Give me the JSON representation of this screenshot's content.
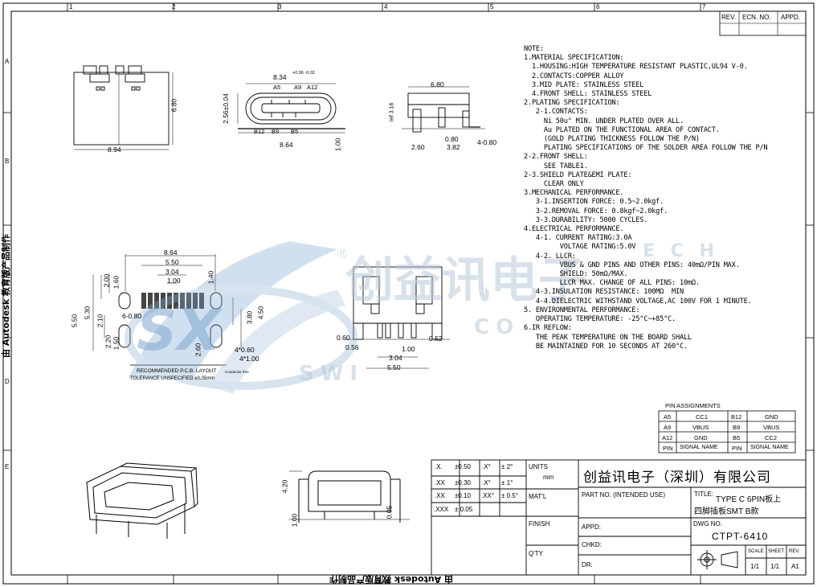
{
  "header": {
    "rev_cols": [
      "REV.",
      "ECN. NO.",
      "APPD."
    ],
    "zone_numbers": [
      "1",
      "2",
      "3",
      "4",
      "5",
      "6",
      "7"
    ],
    "zone_letters": [
      "A",
      "B",
      "C",
      "D",
      "E"
    ]
  },
  "watermark": {
    "logo_letters": "SX",
    "brand_cn": "创益讯电子",
    "brand_en_1": "SWI",
    "brand_en_2": "CO",
    "brand_en_3": "E C H",
    "reg_mark": "®"
  },
  "stamp": {
    "bottom": "由 Autodesk 教育版产品制作",
    "side": "由 Autodesk 教育版产品制作"
  },
  "notes": [
    "NOTE:",
    "1.MATERIAL SPECIFICATION:",
    "  1.HOUSING:HIGH TEMPERATURE RESISTANT PLASTIC,UL94 V-0.",
    "  2.CONTACTS:COPPER ALLOY",
    "  3.MID PLATE: STAINLESS STEEL",
    "  4.FRONT SHELL: STAINLESS STEEL",
    "2.PLATING SPECIFICATION:",
    "   2-1.CONTACTS:",
    "     Ni 50u\" MIN. UNDER PLATED OVER ALL.",
    "     Au PLATED ON THE FUNCTIONAL AREA OF CONTACT.",
    "     (GOLD PLATING THICKNESS FOLLOW THE P/N)",
    "     PLATING SPECIFICATIONS OF THE SOLDER AREA FOLLOW THE P/N",
    "2-2.FRONT SHELL:",
    "     SEE TABLE1.",
    "2-3.SHIELD PLATE&EMI PLATE:",
    "     CLEAR ONLY",
    "3.MECHANICAL PERFORMANCE.",
    "   3-1.INSERTION FORCE: 0.5~2.0kgf.",
    "   3-2.REMOVAL FORCE: 0.8kgf~2.0kgf.",
    "   3-3.DURABILITY: 5000 CYCLES.",
    "4.ELECTRICAL PERFORMANCE.",
    "   4-1. CURRENT RATING:3.0A",
    "         VOLTAGE RATING:5.0V",
    "   4-2. LLCR:",
    "         VBUS & GND PINS AND OTHER PINS: 40mΩ/PIN MAX.",
    "         SHIELD: 50mΩ/MAX.",
    "         LLCR MAX. CHANGE OF ALL PINS: 10mΩ.",
    "   4-3.INSULATION RESISTANCE: 100MΩ  MIN",
    "   4-4.DIELECTRIC WITHSTAND VOLTAGE,AC 100V FOR 1 MINUTE.",
    "5. ENVIRONMENTAL PERFORMANCE:",
    "   OPERATING TEMPERATURE: -25°C~+85°C.",
    "6.IR REFLOW:",
    "   THE PEAK TEMPERATURE ON THE BOARD SHALL",
    "   BE MAINTAINED FOR 10 SECONDS AT 260°C."
  ],
  "pin_table": {
    "title": "PIN ASSIGNMENTS",
    "rows": [
      [
        "A5",
        "CC1",
        "B12",
        "GND"
      ],
      [
        "A9",
        "VBUS",
        "B9",
        "VBUS"
      ],
      [
        "A12",
        "GND",
        "B5",
        "CC2"
      ],
      [
        "PIN",
        "SIGNAL NAME",
        "PIN",
        "SIGNAL NAME"
      ]
    ]
  },
  "tolerance": {
    "rows": [
      [
        ".X.",
        "±0.50",
        ".X°",
        "± 2°"
      ],
      [
        ".XX",
        "±0.30",
        ".X°",
        "± 1°"
      ],
      [
        ".XX",
        "±0.10",
        ".XX°",
        "± 0.5°"
      ],
      [
        ".XXX",
        "± 0.05",
        "",
        ""
      ]
    ],
    "units_label": "UNITS",
    "units_value": "mm",
    "matl": "MAT'L",
    "finish": "FINISH",
    "qty": "Q'TY"
  },
  "title_block": {
    "company": "创益讯电子（深圳）有限公司",
    "part_no_label": "PART  NO. (INTENDED  USE)",
    "title_label": "TITLE:",
    "title_line1": "TYPE C 6PIN板上",
    "title_line2": "四脚插板SMT  B款",
    "appd": "APPD:",
    "chkd": "CHKD:",
    "dr": "DR:",
    "dwg_label": "DWG NO.",
    "dwg_no": "CTPT-6410",
    "scale_label": "SCALE",
    "sheet_label": "SHEET",
    "rev_label": "REV.",
    "scale": "1/1",
    "sheet": "1/1",
    "rev": "A1"
  },
  "dims": {
    "top_view_w": "8.94",
    "top_view_h": "6.80",
    "front_w": "8.34",
    "front_tol": "+0.06 -0.02",
    "front_h": "2.56±0.04",
    "front_pcb": "8.64",
    "front_off": "1.00",
    "front_pins_top": [
      "A5",
      "A9",
      "A12"
    ],
    "front_pins_bot": [
      "B12",
      "B9",
      "B5"
    ],
    "side_w": "6.80",
    "side_ref": "ref 3.16",
    "side_260": "2.60",
    "side_080": "0.80",
    "side_382": "3.82",
    "side_4080": "4-0.80",
    "pcb_864": "8.64",
    "pcb_550": "5.50",
    "pcb_304": "3.04",
    "pcb_100": "1.00",
    "pcb_200": "2.00",
    "pcb_160": "1.60",
    "pcb_140": "1.40",
    "pcb_530": "5.30",
    "pcb_550v": "5.50",
    "pcb_210": "2.10",
    "pcb_6080": "6-0.80",
    "pcb_220": "2.20",
    "pcb_150": "1.50",
    "pcb_450": "4.50",
    "pcb_380": "3.80",
    "pcb_260": "2.60",
    "pcb_4060": "4*0.60",
    "pcb_4100": "4*1.00",
    "pcb_label1": "RECOMMENDED  P.C.B. LAYOUT",
    "pcb_label2": "TOLERANCE UNSPECIFIED ±0.05mm",
    "pcb_label3": "Conductor free",
    "rear_060": "0.60",
    "rear_056": "0.56",
    "rear_100": "1.00",
    "rear_052": "0.52",
    "rear_304": "3.04",
    "rear_550": "5.50",
    "bot_420": "4.20",
    "bot_100": "1.00",
    "bot_005": "0.05"
  },
  "colors": {
    "line": "#000000",
    "watermark": "#9fb6cc"
  }
}
